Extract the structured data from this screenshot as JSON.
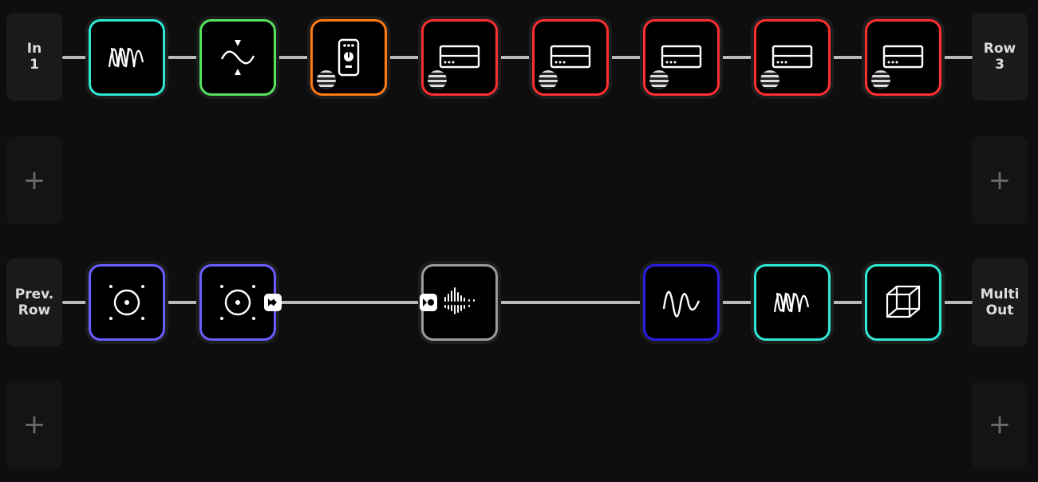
{
  "row1": {
    "input_label": "In\n1",
    "output_label": "Row\n3",
    "blocks": [
      {
        "icon": "wave-multi-icon",
        "color": "#2ee8d3"
      },
      {
        "icon": "filter-sine-icon",
        "color": "#55e25e"
      },
      {
        "icon": "pedal-icon",
        "color": "#ff7a12",
        "badge": true
      },
      {
        "icon": "amp-icon",
        "color": "#ff2f2f",
        "badge": true
      },
      {
        "icon": "amp-icon",
        "color": "#ff2f2f",
        "badge": true
      },
      {
        "icon": "amp-icon",
        "color": "#ff2f2f",
        "badge": true
      },
      {
        "icon": "amp-icon",
        "color": "#ff2f2f",
        "badge": true
      },
      {
        "icon": "amp-icon",
        "color": "#ff2f2f",
        "badge": true
      }
    ]
  },
  "row2": {
    "input_label": "+",
    "output_label": "+"
  },
  "row3": {
    "input_label": "Prev.\nRow",
    "output_label": "Multi\nOut",
    "blocks": [
      {
        "icon": "speaker-icon",
        "color": "#6b5cff"
      },
      {
        "icon": "speaker-icon",
        "color": "#6b5cff",
        "send": true
      },
      {
        "icon": "audio-waveform-icon",
        "color": "#9b9b9b",
        "return": true
      },
      {
        "icon": "wave-single-icon",
        "color": "#2a1fe6"
      },
      {
        "icon": "wave-multi-icon",
        "color": "#2ee8d3"
      },
      {
        "icon": "cube-icon",
        "color": "#2ee8d3"
      }
    ]
  },
  "row4": {
    "input_label": "+",
    "output_label": "+"
  }
}
